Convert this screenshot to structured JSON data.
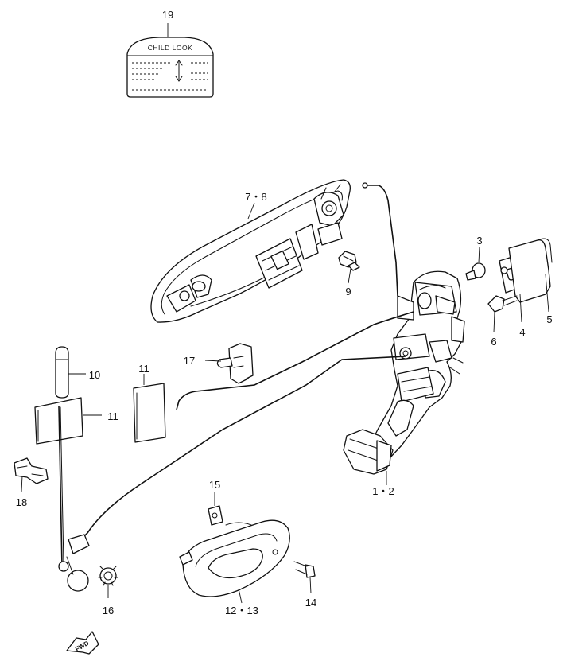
{
  "callouts": {
    "p19": "19",
    "p78": "7・8",
    "p9": "9",
    "p3": "3",
    "p5": "5",
    "p4": "4",
    "p6": "6",
    "p17": "17",
    "p10": "10",
    "p11a": "11",
    "p11b": "11",
    "p18": "18",
    "p12": "1・2",
    "p15": "15",
    "p14": "14",
    "p16": "16",
    "p1213": "12・13"
  },
  "child_lock_label": "CHILD LOOK",
  "fwd_label": "FWD"
}
